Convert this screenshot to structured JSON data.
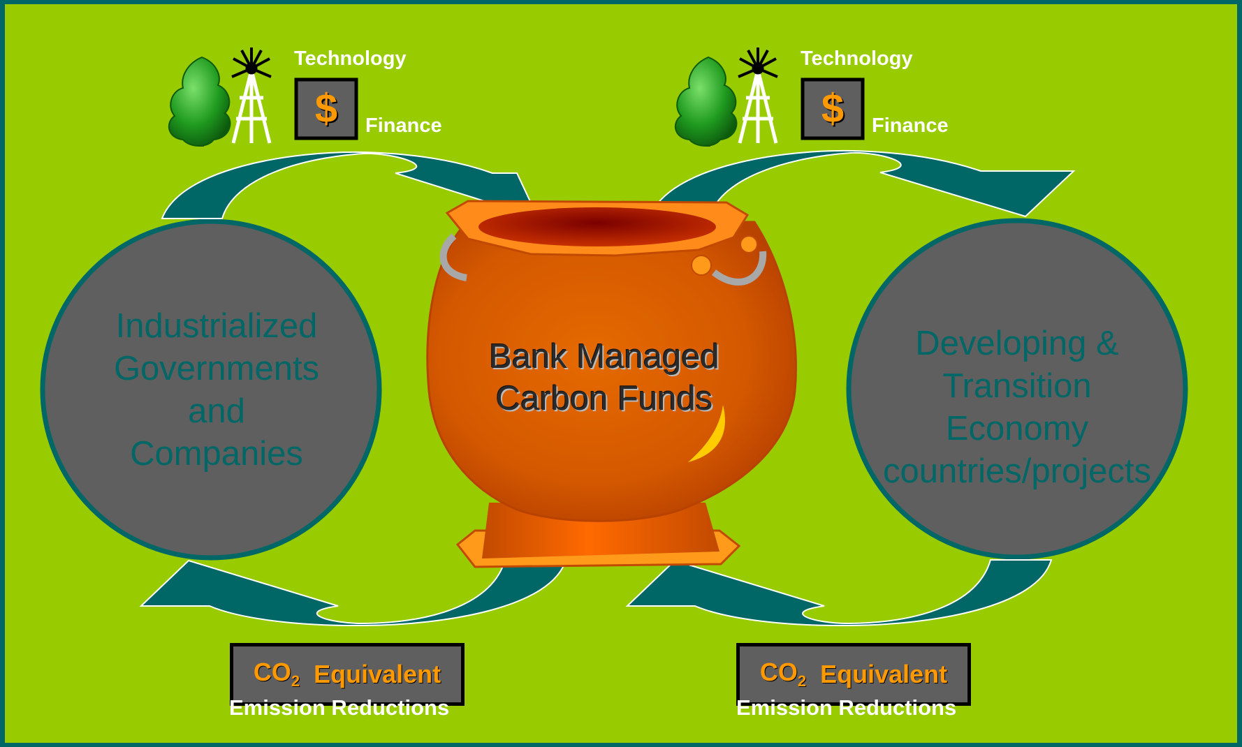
{
  "colors": {
    "background": "#99cc00",
    "frame": "#006666",
    "circle_fill": "#5f5f5f",
    "circle_text": "#006666",
    "arrow": "#006666",
    "pot": "#d95c00",
    "accent_orange": "#ff9900",
    "label_white": "#ffffff"
  },
  "left_group": {
    "technology_label": "Technology",
    "finance_label": "Finance",
    "dollar_symbol": "$",
    "circle_lines": [
      "Industrialized",
      "Governments",
      "and",
      "Companies"
    ],
    "co2_main": "CO",
    "co2_sub": "2",
    "co2_word": "Equivalent",
    "emission_label": "Emission Reductions"
  },
  "right_group": {
    "technology_label": "Technology",
    "finance_label": "Finance",
    "dollar_symbol": "$",
    "circle_lines": [
      "Developing &",
      "Transition",
      "Economy",
      "countries/projects"
    ],
    "co2_main": "CO",
    "co2_sub": "2",
    "co2_word": "Equivalent",
    "emission_label": "Emission Reductions"
  },
  "center": {
    "pot_lines": [
      "Bank Managed",
      "Carbon Funds"
    ]
  },
  "icons": [
    "tree-icon",
    "windmill-icon",
    "dollar-icon",
    "pot-icon",
    "curved-arrow-icon"
  ]
}
